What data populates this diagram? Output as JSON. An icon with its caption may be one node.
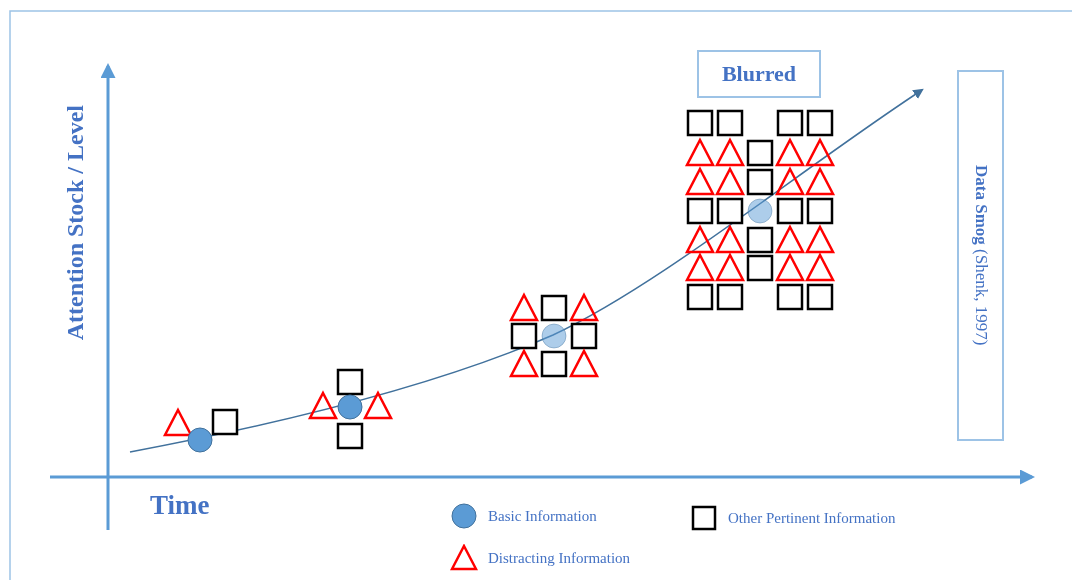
{
  "diagram": {
    "nodes": [
      {
        "text": [
          "Blurred"
        ]
      },
      {
        "text": [
          "**Data Smog** (Shenk, 1997)"
        ]
      }
    ],
    "edges": [],
    "labels": [
      "Attention Stock / Level",
      "Time"
    ],
    "legend": [
      {
        "text": "Basic Information",
        "color": "#5b9bd5"
      },
      {
        "text": "Other Pertinent Information"
      },
      {
        "text": "Distracting Information"
      }
    ]
  }
}
